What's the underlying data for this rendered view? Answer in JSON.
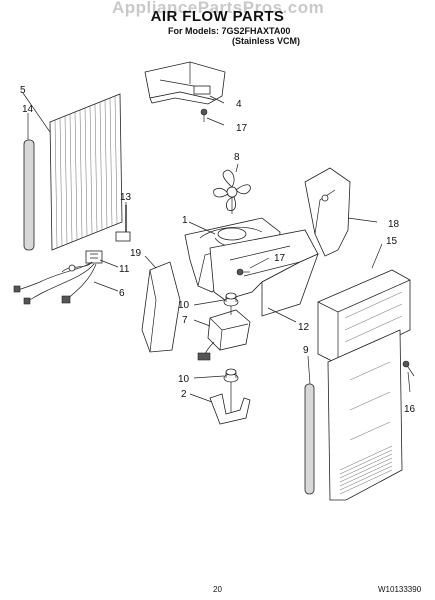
{
  "watermark": "AppliancePartsPros.com",
  "header": {
    "title": "AIR FLOW PARTS",
    "models_line": "For Models: 7GS2FHAXTA00",
    "variant_line": "(Stainless VCM)"
  },
  "callouts": {
    "c1": "1",
    "c2": "2",
    "c4": "4",
    "c5": "5",
    "c6": "6",
    "c7": "7",
    "c8": "8",
    "c9": "9",
    "c10a": "10",
    "c10b": "10",
    "c11": "11",
    "c12": "12",
    "c13": "13",
    "c14": "14",
    "c15": "15",
    "c16": "16",
    "c17a": "17",
    "c17b": "17",
    "c18": "18",
    "c19": "19"
  },
  "footer": {
    "page_number": "20",
    "doc_id": "W10133390"
  }
}
